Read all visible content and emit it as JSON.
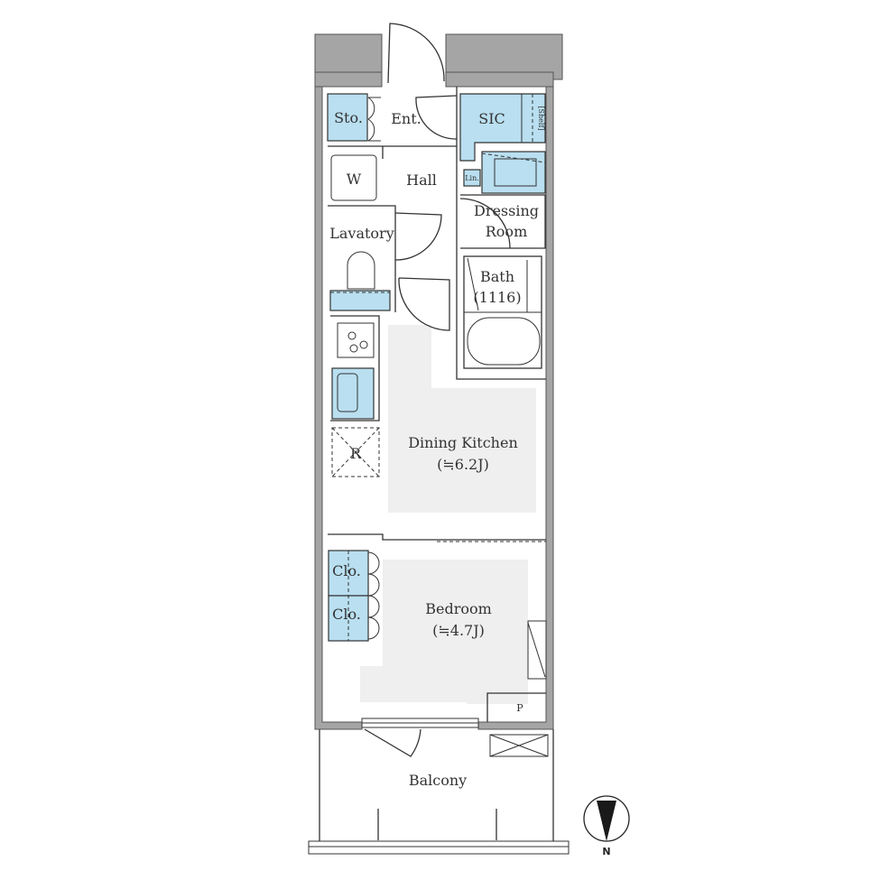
{
  "rooms": {
    "storage": "Sto.",
    "entrance": "Ent.",
    "sic": "SIC",
    "shelf": "[Shelf]",
    "washer": "W",
    "hall": "Hall",
    "linen": "Lin.",
    "dressing_room_line1": "Dressing",
    "dressing_room_line2": "Room",
    "lavatory": "Lavatory",
    "bath": "Bath",
    "bath_size": "(1116)",
    "refrigerator": "R",
    "dining_kitchen": "Dining Kitchen",
    "dining_kitchen_size": "(≒6.2J)",
    "closet_1": "Clo.",
    "closet_2": "Clo.",
    "bedroom": "Bedroom",
    "bedroom_size": "(≒4.7J)",
    "pipe_space": "P",
    "balcony": "Balcony"
  },
  "compass": {
    "label": "N"
  },
  "colors": {
    "wall": "#a5a5a5",
    "storage": "#b9dff0",
    "floor": "#efefef"
  }
}
